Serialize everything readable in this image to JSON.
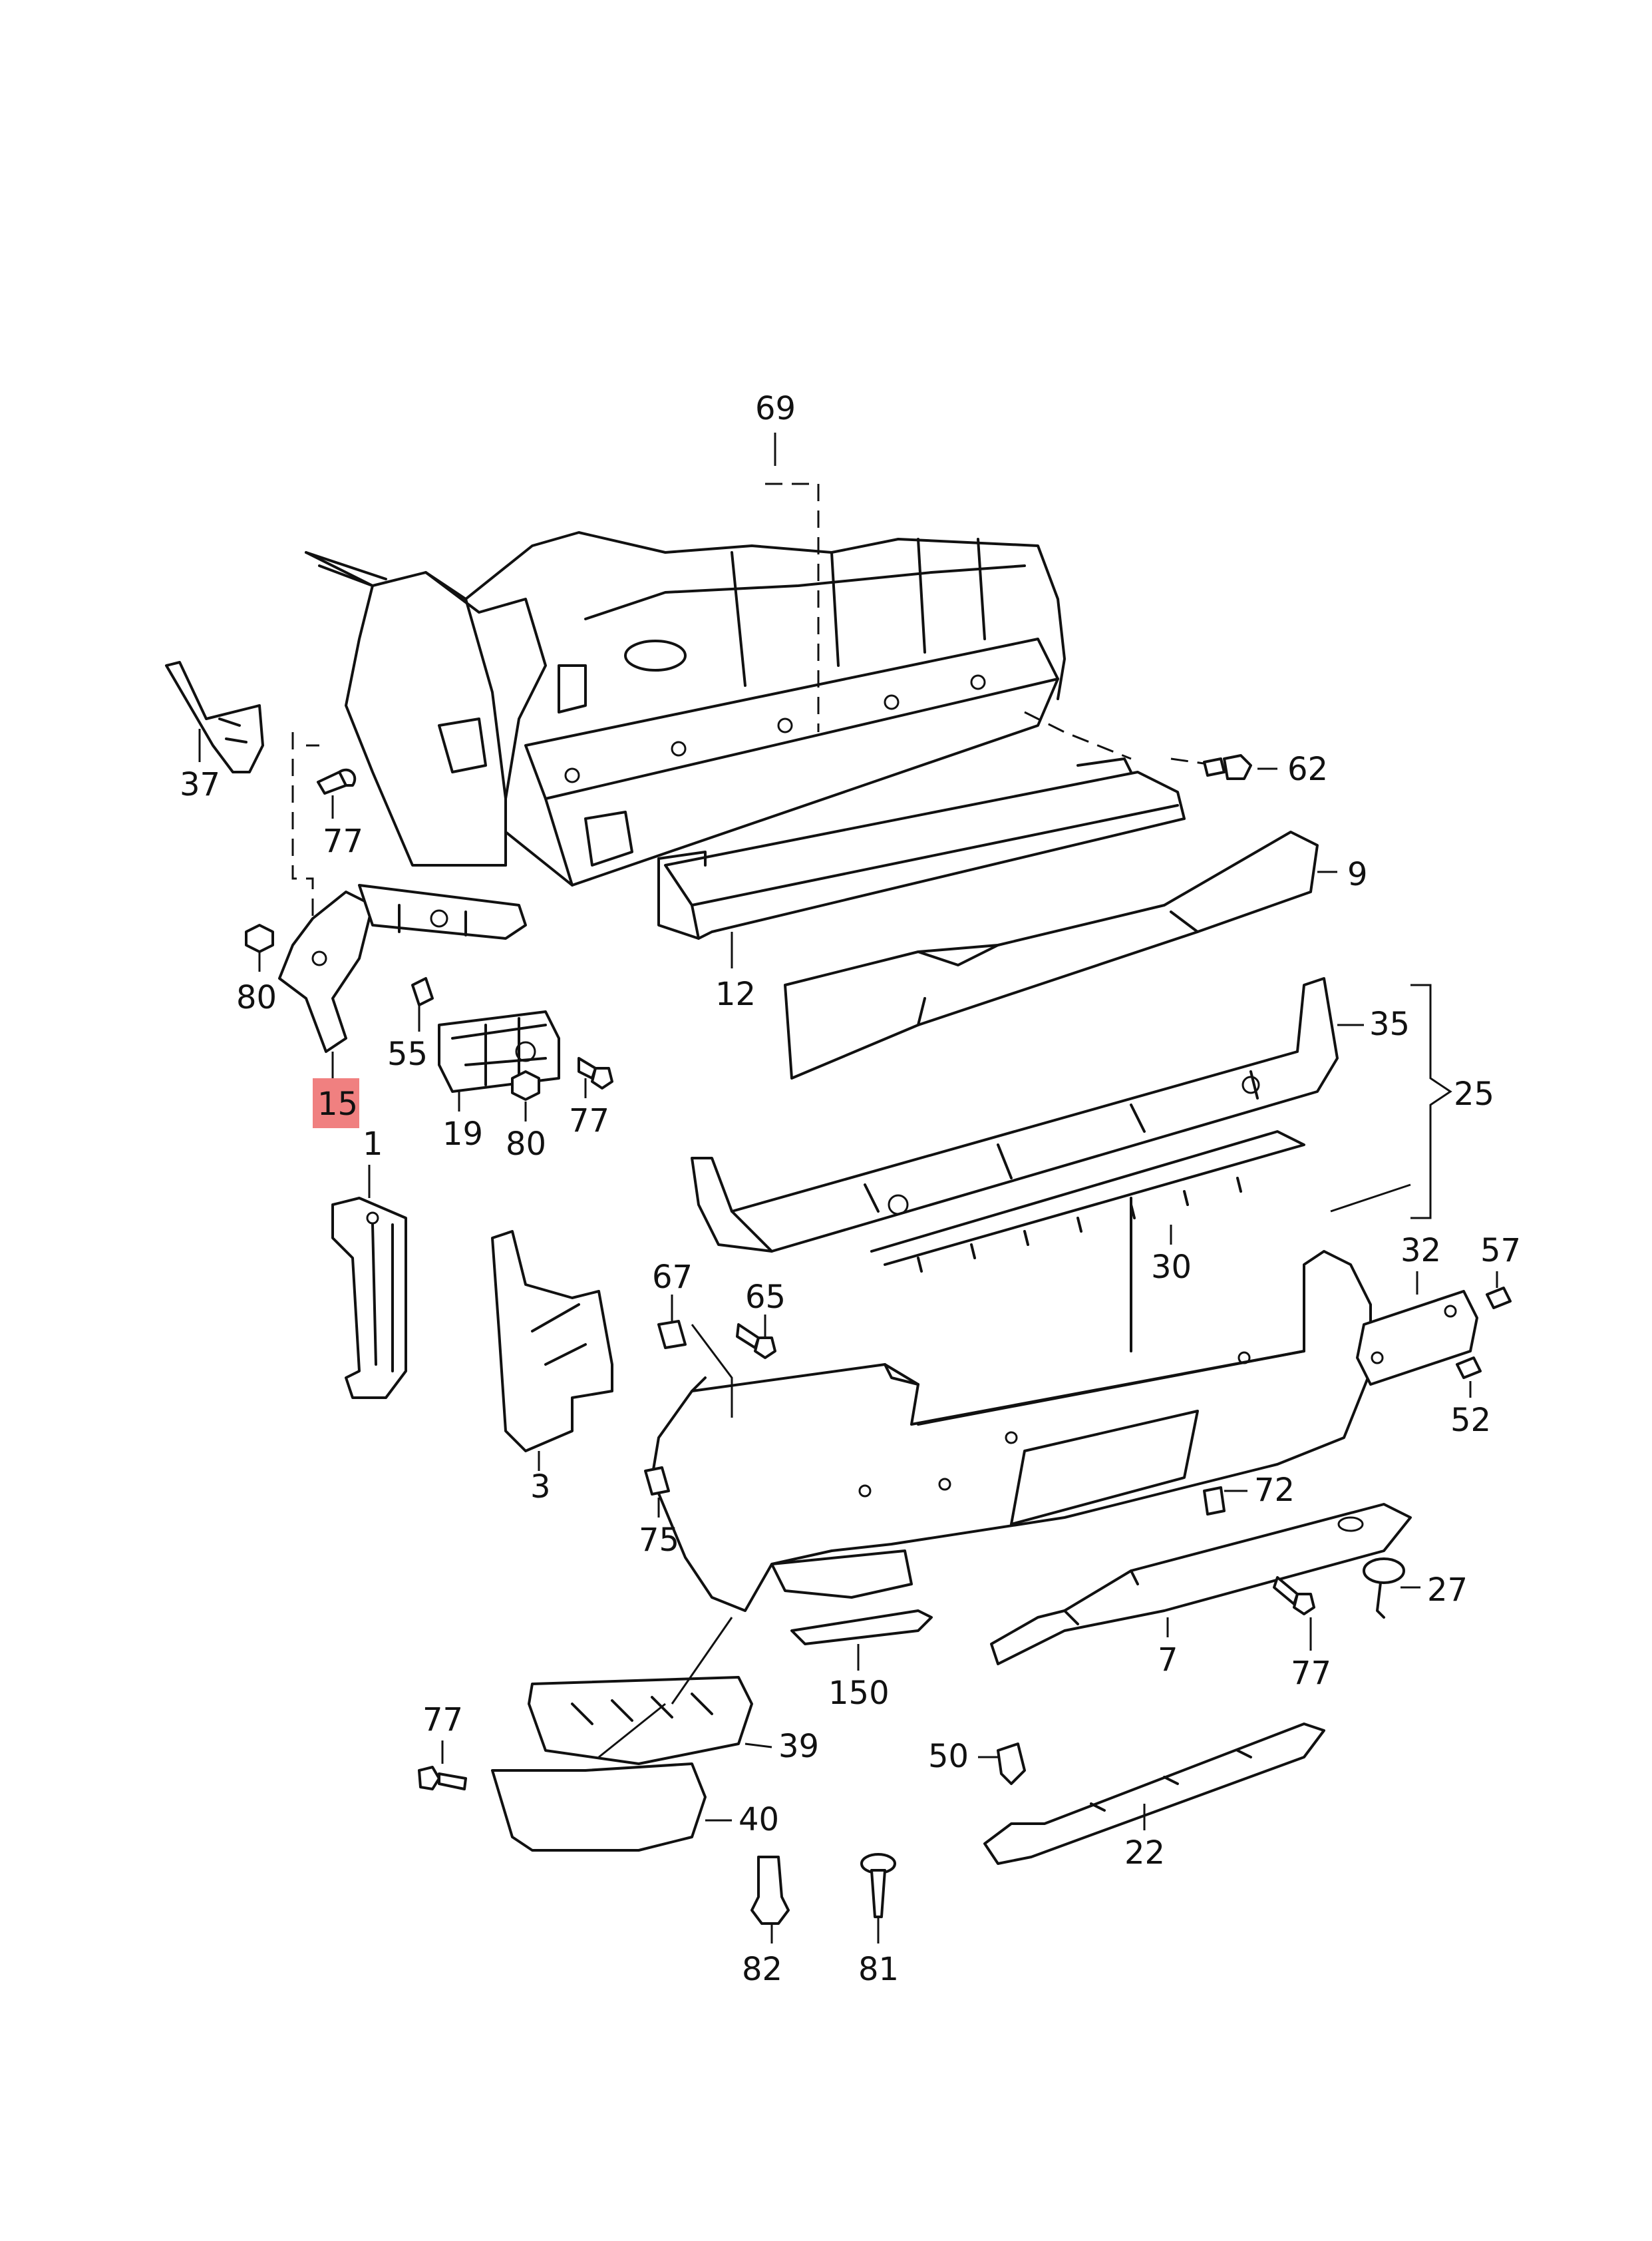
{
  "callouts": {
    "c69": "69",
    "c37": "37",
    "c77a": "77",
    "c62": "62",
    "c9": "9",
    "c80a": "80",
    "c12": "12",
    "c55": "55",
    "c15": "15",
    "c19": "19",
    "c80b": "80",
    "c77b": "77",
    "c35": "35",
    "c25": "25",
    "c1": "1",
    "c30": "30",
    "c67": "67",
    "c65": "65",
    "c32": "32",
    "c57": "57",
    "c52": "52",
    "c3": "3",
    "c75": "75",
    "c72": "72",
    "c27": "27",
    "c7": "7",
    "c77c": "77",
    "c150": "150",
    "c39": "39",
    "c77d": "77",
    "c40": "40",
    "c50": "50",
    "c22": "22",
    "c82": "82",
    "c81": "81"
  },
  "highlight": {
    "callout": "15",
    "color": "#f08080"
  }
}
